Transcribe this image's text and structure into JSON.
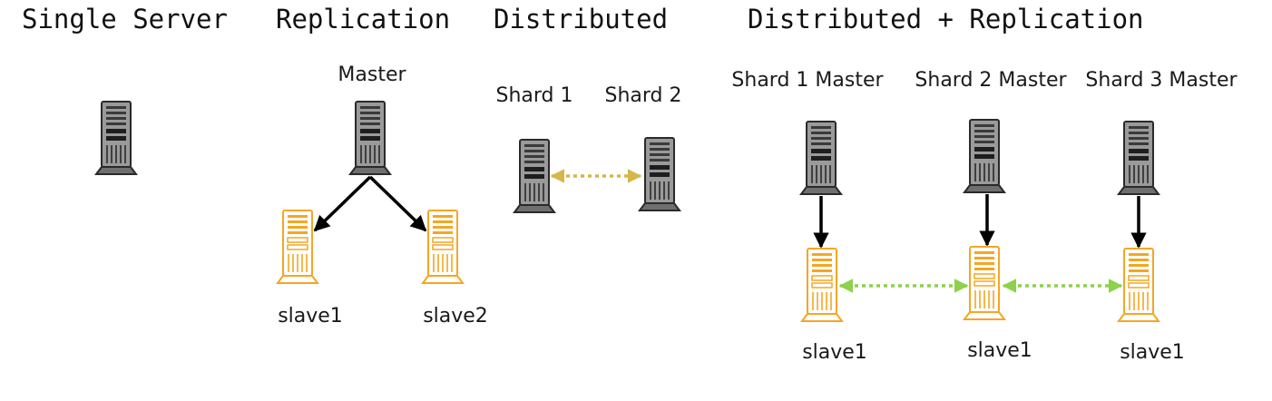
{
  "headings": {
    "single": "Single Server",
    "replication": "Replication",
    "distributed": "Distributed",
    "dist_repl": "Distributed + Replication"
  },
  "replication": {
    "master": "Master",
    "slave_a": "slave1",
    "slave_b": "slave2"
  },
  "distributed": {
    "shard_a": "Shard 1",
    "shard_b": "Shard 2"
  },
  "dist_repl": {
    "master_a": "Shard 1 Master",
    "master_b": "Shard 2 Master",
    "master_c": "Shard 3 Master",
    "slave_a": "slave1",
    "slave_b": "slave1",
    "slave_c": "slave1"
  },
  "colors": {
    "master_server": "#8a8a8a",
    "slave_server": "#f5a623",
    "replication_arrow": "#000000",
    "shard_link": "#d4b84a",
    "slave_link": "#8ed14a"
  },
  "icons": {
    "master": "server-tower-icon",
    "slave": "server-tower-icon"
  }
}
